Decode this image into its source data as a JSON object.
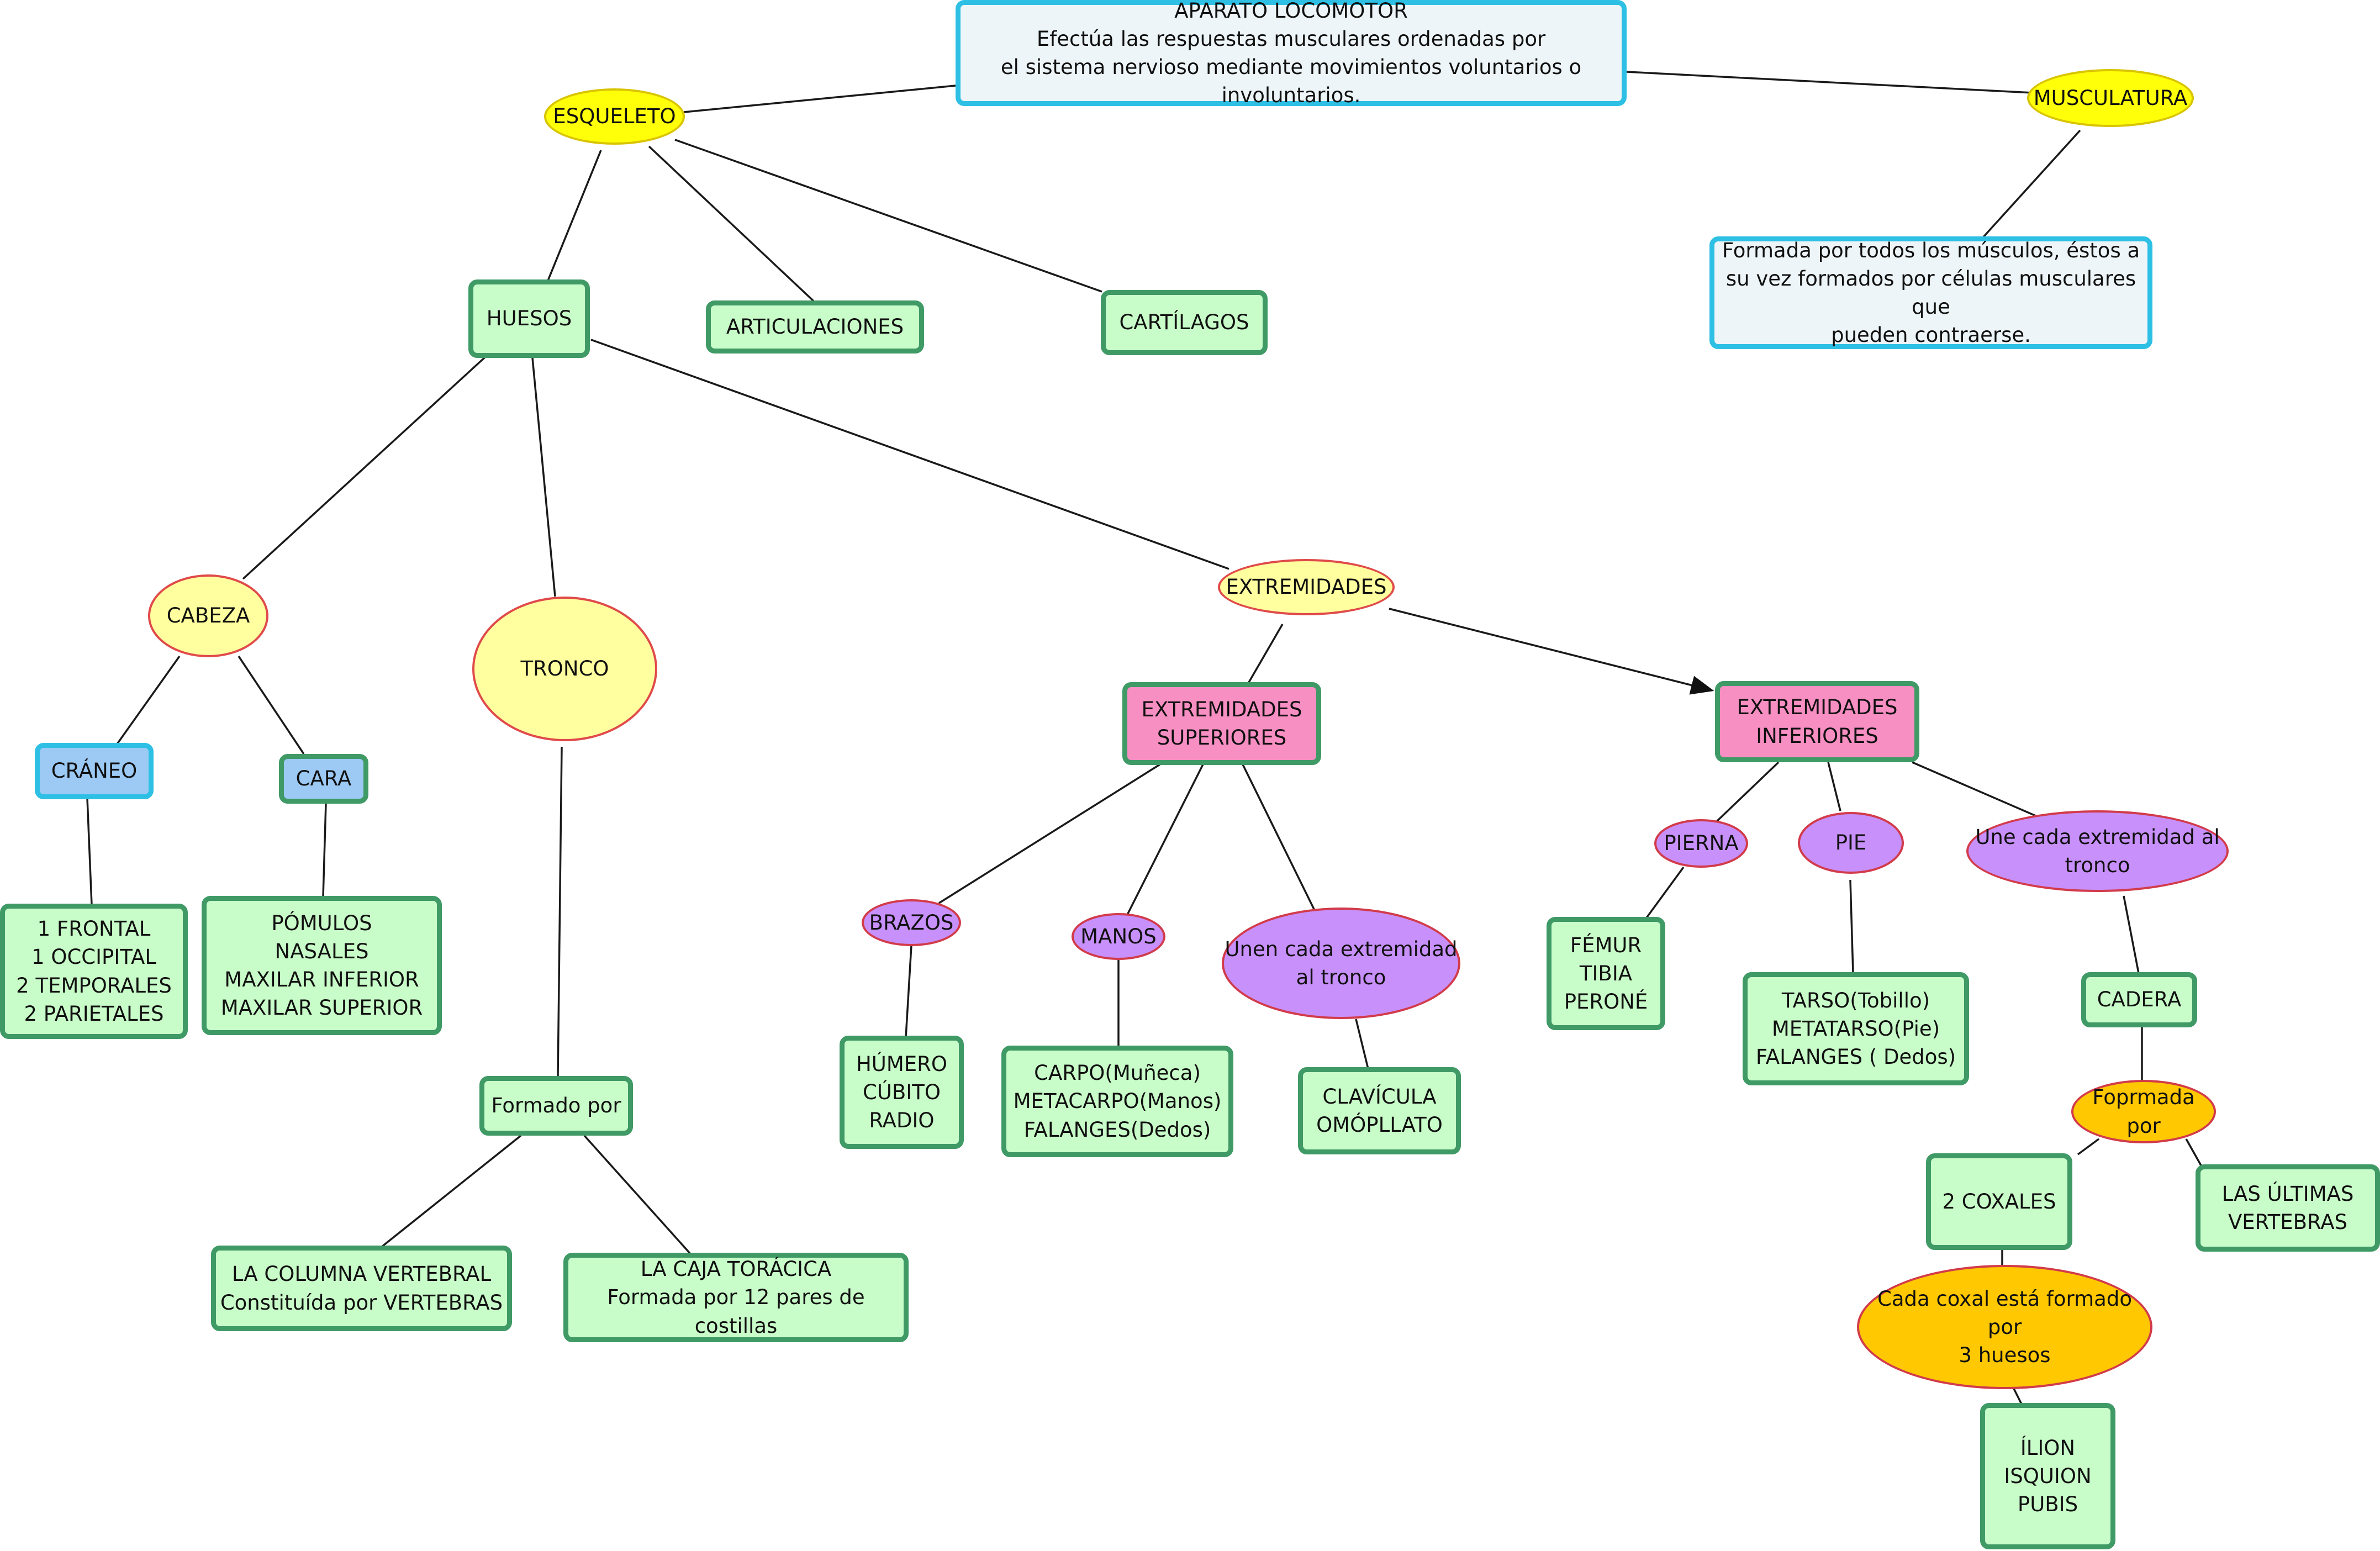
{
  "title": {
    "text": "APARATO LOCOMOTOR\nEfectúa las respuestas musculares ordenadas por\nel sistema nervioso mediante movimientos voluntarios o involuntarios."
  },
  "nodes": {
    "esqueleto": "ESQUELETO",
    "musculatura": "MUSCULATURA",
    "musculatura_desc": "Formada por todos los músculos, éstos a\nsu vez formados por células musculares que\npueden contraerse.",
    "huesos": "HUESOS",
    "articulaciones": "ARTICULACIONES",
    "cartilagos": "CARTÍLAGOS",
    "cabeza": "CABEZA",
    "tronco": "TRONCO",
    "extremidades": "EXTREMIDADES",
    "craneo": "CRÁNEO",
    "cara": "CARA",
    "craneo_huesos": "1 FRONTAL\n1 OCCIPITAL\n2 TEMPORALES\n2 PARIETALES",
    "cara_huesos": "PÓMULOS\nNASALES\nMAXILAR INFERIOR\nMAXILAR SUPERIOR",
    "tronco_formado": "Formado por",
    "columna": "LA COLUMNA VERTEBRAL\nConstituída por VERTEBRAS",
    "caja": "LA CAJA TORÁCICA\nFormada por 12 pares de costillas",
    "ext_superiores": "EXTREMIDADES\nSUPERIORES",
    "ext_inferiores": "EXTREMIDADES\nINFERIORES",
    "brazos": "BRAZOS",
    "manos": "MANOS",
    "unen": "Unen cada extremidad\nal tronco",
    "brazos_huesos": "HÚMERO\nCÚBITO\nRADIO",
    "manos_huesos": "CARPO(Muñeca)\nMETACARPO(Manos)\nFALANGES(Dedos)",
    "hombro_huesos": "CLAVÍCULA\nOMÓPLLATO",
    "pierna": "PIERNA",
    "pie": "PIE",
    "une": "Une cada extremidad al tronco",
    "pierna_huesos": "FÉMUR\nTIBIA\nPERONÉ",
    "pie_huesos": "TARSO(Tobillo)\nMETATARSO(Pie)\nFALANGES ( Dedos)",
    "cadera": "CADERA",
    "cadera_formado": "Foprmada por",
    "coxales": "2 COXALES",
    "ultimas": "LAS ÚLTIMAS\nVERTEBRAS",
    "coxal_desc": "Cada coxal está formado por\n3 huesos",
    "coxal_huesos": "ÍLION\nISQUION\nPUBIS"
  }
}
